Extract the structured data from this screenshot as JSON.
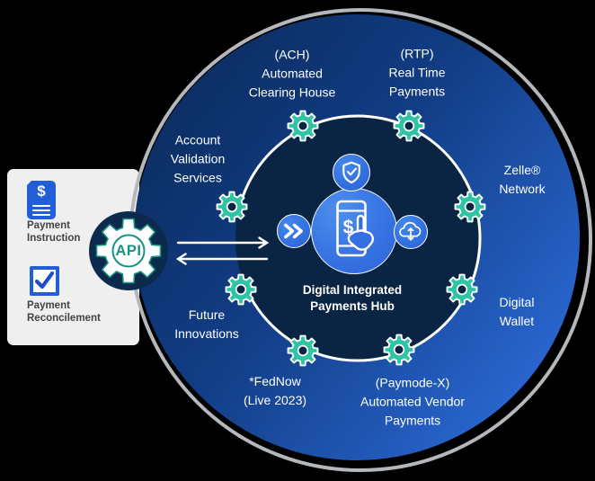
{
  "left_panel": {
    "items": [
      {
        "icon": "dollar-document-icon",
        "symbol": "$",
        "lines": [
          "Payment",
          "Instruction"
        ]
      },
      {
        "icon": "checkmark-box-icon",
        "lines": [
          "Payment",
          "Reconcilement"
        ]
      }
    ]
  },
  "api_node": {
    "label": "API",
    "icon": "api-gear-icon"
  },
  "hub": {
    "title_lines": [
      "Digital Integrated",
      "Payments Hub"
    ],
    "center_icon": "smartphone-payment-icon",
    "currency_symbol": "$",
    "satellite_icons": [
      "shield-check-icon",
      "double-chevron-icon",
      "cloud-sync-icon"
    ]
  },
  "spokes": [
    {
      "id": "ach",
      "lines": [
        "(ACH)",
        "Automated",
        "Clearing House"
      ]
    },
    {
      "id": "rtp",
      "lines": [
        "(RTP)",
        "Real Time",
        "Payments"
      ]
    },
    {
      "id": "zelle",
      "lines": [
        "Zelle®",
        "Network"
      ]
    },
    {
      "id": "digital_wallet",
      "lines": [
        "Digital",
        "Wallet"
      ]
    },
    {
      "id": "paymode_x",
      "lines": [
        "(Paymode-X)",
        "Automated Vendor",
        "Payments"
      ]
    },
    {
      "id": "fednow",
      "lines": [
        "*FedNow",
        "(Live 2023)"
      ]
    },
    {
      "id": "future",
      "lines": [
        "Future",
        "Innovations"
      ]
    },
    {
      "id": "avs",
      "lines": [
        "Account",
        "Validation",
        "Services"
      ]
    }
  ],
  "colors": {
    "gear_teal": "#2ec4a5",
    "api_teal": "#169482",
    "outer_dark": "#0a2b5c",
    "outer_bright": "#2e6fdf",
    "inner_navy": "#0a2444",
    "hub_blue": "#3a77e4",
    "panel_gray": "#efefef",
    "icon_blue": "#2160d4",
    "ring_gray": "#b4b8bd"
  }
}
